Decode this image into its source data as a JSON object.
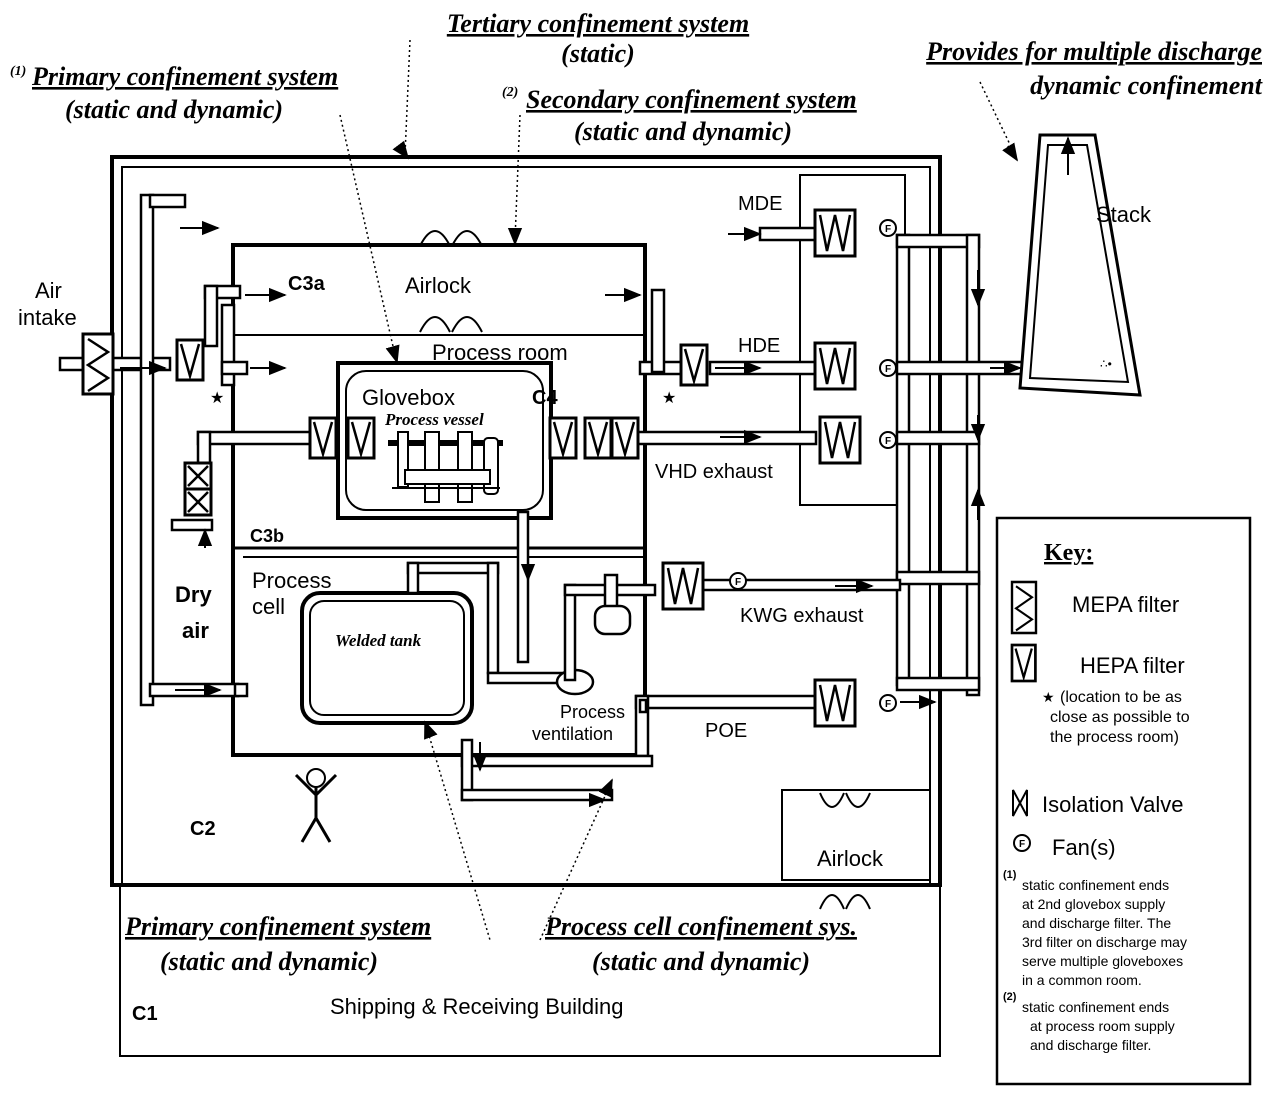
{
  "annotations": {
    "tertiary": {
      "title": "Tertiary confinement system",
      "sub": "(static)"
    },
    "primary_top": {
      "marker": "(1)",
      "title": "Primary confinement system",
      "sub": "(static and dynamic)"
    },
    "secondary": {
      "marker": "(2)",
      "title": "Secondary confinement system",
      "sub": "(static and dynamic)"
    },
    "multiple": {
      "line1": "Provides for multiple discharge",
      "line2": "dynamic confinement"
    },
    "primary_bottom": {
      "title": "Primary confinement system",
      "sub": "(static and dynamic)"
    },
    "process_cell_conf": {
      "title": "Process cell confinement sys.",
      "sub": "(static and dynamic)"
    }
  },
  "labels": {
    "air_intake": [
      "Air",
      "intake"
    ],
    "stack": "Stack",
    "mde": "MDE",
    "hde": "HDE",
    "c3a": "C3a",
    "airlock": "Airlock",
    "process_room": "Process room",
    "glovebox": "Glovebox",
    "c4": "C4",
    "process_vessel": "Process vessel",
    "vhd_exhaust": "VHD exhaust",
    "c3b": "C3b",
    "process_cell": [
      "Process",
      "cell"
    ],
    "dry_air": [
      "Dry",
      "air"
    ],
    "welded_tank": "Welded tank",
    "kwg_exhaust": "KWG exhaust",
    "process_ventilation": [
      "Process",
      "ventilation"
    ],
    "poe": "POE",
    "c2": "C2",
    "airlock_bottom": "Airlock",
    "c1": "C1",
    "building": "Shipping & Receiving Building",
    "fan_letter": "F",
    "noise": "∴•"
  },
  "key": {
    "title": "Key:",
    "mepa": "MEPA filter",
    "hepa": "HEPA filter",
    "star": "★",
    "star_note": [
      "(location to be as",
      "close as possible to",
      "the process room)"
    ],
    "isolation_valve": "Isolation Valve",
    "fan": "Fan(s)",
    "note1_marker": "(1)",
    "note1": [
      "static confinement ends",
      "at 2nd glovebox supply",
      "and discharge filter. The",
      "3rd filter on discharge may",
      "serve multiple gloveboxes",
      "in a common room."
    ],
    "note2_marker": "(2)",
    "note2": [
      "static confinement ends",
      "at process room supply",
      "and discharge filter."
    ]
  }
}
